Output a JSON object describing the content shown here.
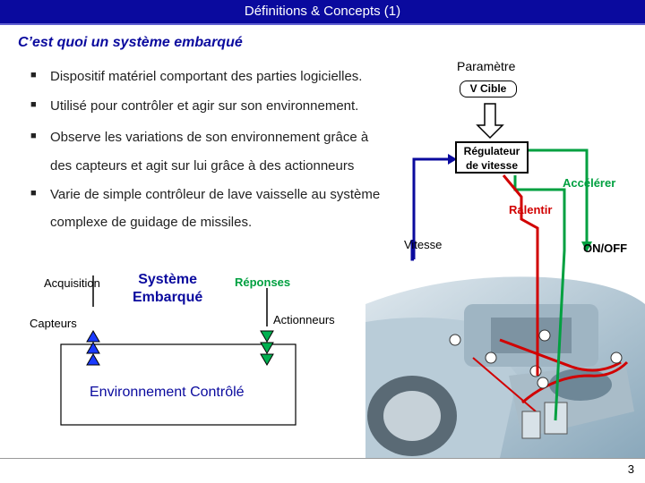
{
  "header": {
    "title": "Définitions & Concepts (1)"
  },
  "subtitle": "C’est quoi un système embarqué",
  "bullets": [
    "Dispositif matériel comportant des parties logicielles.",
    "Utilisé pour contrôler et agir sur son environnement.",
    "Observe les variations de son environnement grâce à",
    "Varie de simple contrôleur de lave vaisselle au système"
  ],
  "bullet_continuations": {
    "b3": "des capteurs et agit sur lui grâce à des actionneurs",
    "b4": "complexe de guidage de missiles."
  },
  "right_diagram": {
    "parametre": "Paramètre",
    "v_cible": "V Cible",
    "regulateur_line1": "Régulateur",
    "regulateur_line2": "de vitesse",
    "accelerer": "Accélérer",
    "ralentir": "Ralentir",
    "vitesse": "Vitesse",
    "on_off": "ON/OFF"
  },
  "left_diagram": {
    "acquisition": "Acquisition",
    "systeme_line1": "Système",
    "systeme_line2": "Embarqué",
    "reponses": "Réponses",
    "capteurs": "Capteurs",
    "actionneurs": "Actionneurs",
    "environnement": "Environnement Contrôlé"
  },
  "page_number": "3",
  "colors": {
    "title_bg": "#0a0a9e",
    "blue": "#0a0a9e",
    "green": "#00a040",
    "red": "#d10000"
  }
}
